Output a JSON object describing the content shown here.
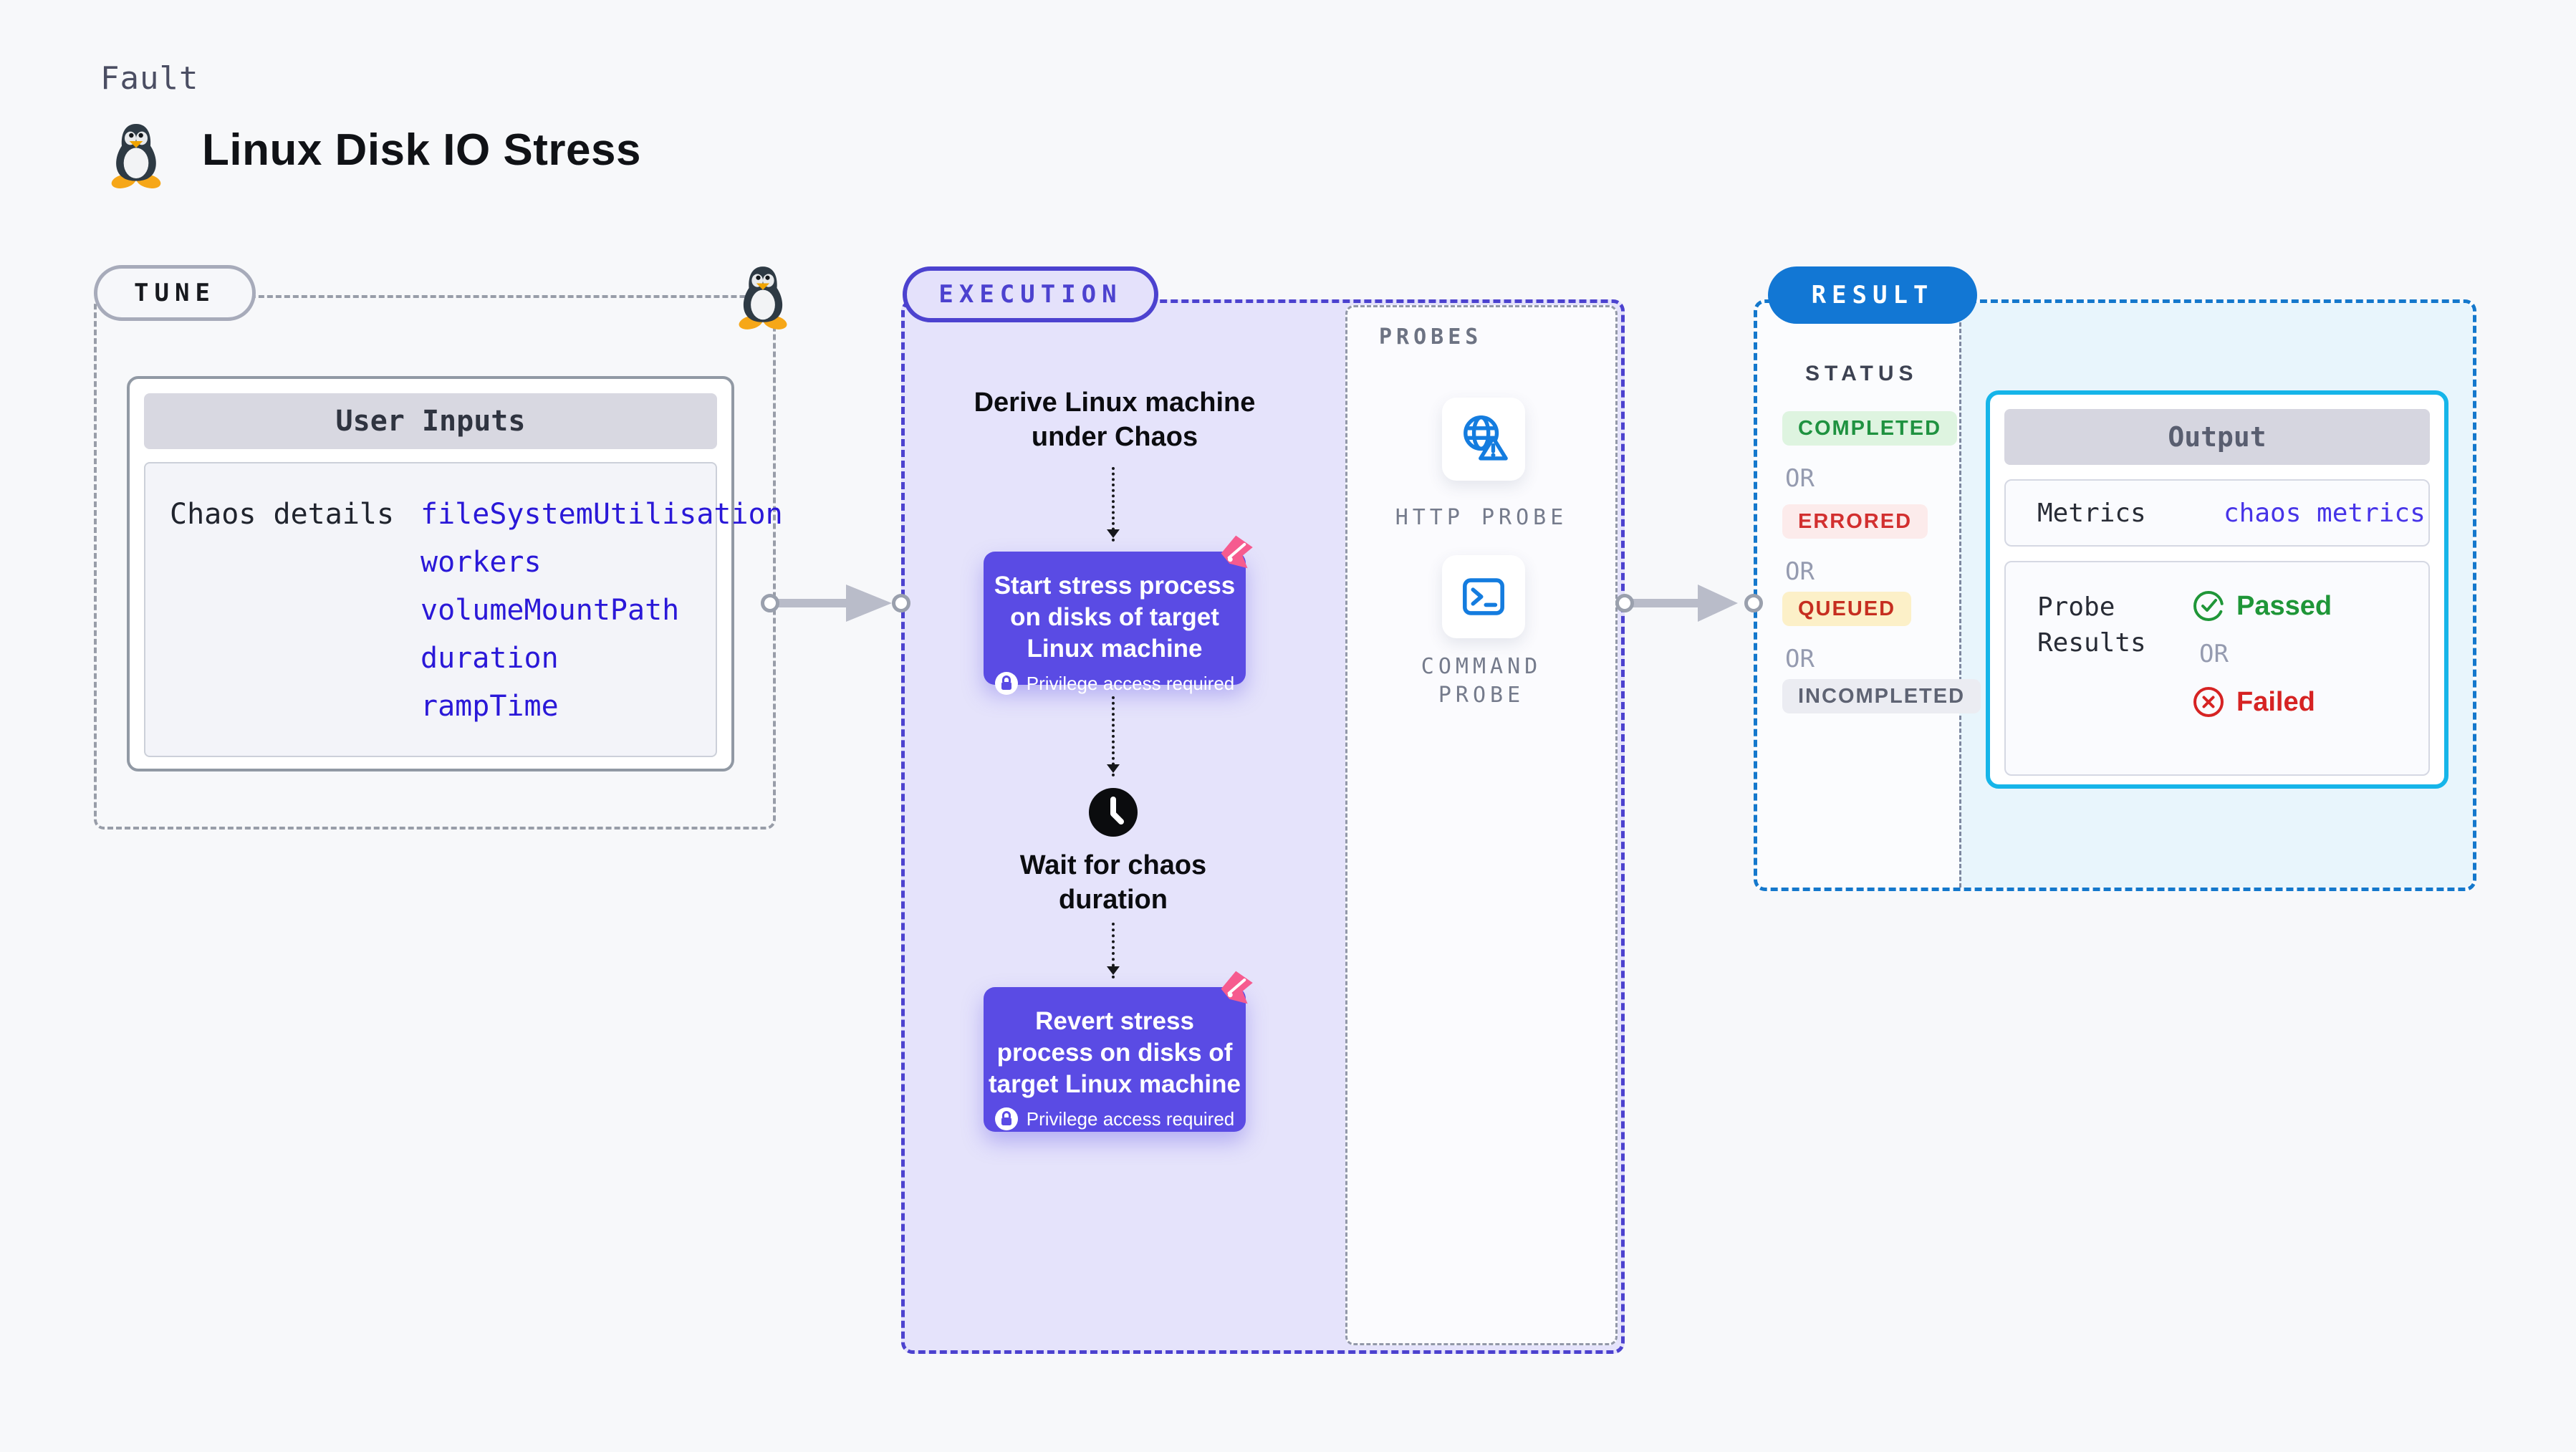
{
  "page": {
    "eyebrow": "Fault",
    "title": "Linux Disk IO Stress",
    "background": "#f7f8fa"
  },
  "icons": {
    "title_icon": "tux-penguin-icon",
    "tune_corner_icon": "tux-penguin-icon",
    "node_badge_icon": "chaos-ribbon-icon",
    "node_lock_icon": "lock-icon",
    "wait_icon": "clock-icon",
    "http_probe_icon": "globe-alert-icon",
    "command_probe_icon": "terminal-icon",
    "passed_icon": "check-circle-icon",
    "failed_icon": "x-circle-icon",
    "connector": "arrow-right-with-ports"
  },
  "colors": {
    "tune_border": "#989da8",
    "execution_accent": "#4c42cf",
    "execution_bg": "#e5e3fb",
    "node_bg": "#5a4be4",
    "ribbon_pink": "#f65b8f",
    "probe_icon_blue": "#147cdf",
    "result_border": "#1478cc",
    "result_pill_bg": "#1277d4",
    "result_panel_bg": "#e8f5fc",
    "output_border": "#16b5e9",
    "input_value_blue": "#2a18d8",
    "metrics_value_blue": "#4734e8",
    "completed_fg": "#1f9240",
    "completed_bg": "#def4e0",
    "errored_fg": "#d22f2f",
    "errored_bg": "#fcebeb",
    "queued_fg": "#c62e20",
    "queued_bg": "#fcf0c8",
    "incompleted_fg": "#5e6373",
    "incompleted_bg": "#ebecf2",
    "passed_green": "#1f9638",
    "failed_red": "#d62323",
    "arrow_gray": "#b9bcc9"
  },
  "tune": {
    "pill": "TUNE",
    "card_header": "User Inputs",
    "row_label": "Chaos details",
    "inputs": [
      "fileSystemUtilisation",
      "workers",
      "volumeMountPath",
      "duration",
      "rampTime"
    ]
  },
  "execution": {
    "pill": "EXECUTION",
    "derive": {
      "lines": [
        "Derive Linux machine",
        "under Chaos"
      ]
    },
    "node1": {
      "lines": [
        "Start stress process",
        "on disks of target",
        "Linux machine"
      ],
      "note": "Privilege access required"
    },
    "wait": {
      "lines": [
        "Wait for chaos",
        "duration"
      ]
    },
    "node2": {
      "lines": [
        "Revert stress",
        "process on disks of",
        "target Linux machine"
      ],
      "note": "Privilege access required"
    },
    "probes": {
      "label": "PROBES",
      "http": {
        "label": "HTTP PROBE"
      },
      "command": {
        "lines": [
          "COMMAND",
          "PROBE"
        ]
      }
    }
  },
  "result": {
    "pill": "RESULT",
    "status_label": "STATUS",
    "or_label": "OR",
    "statuses": [
      {
        "label": "COMPLETED",
        "fg": "#1f9240",
        "bg": "#def4e0"
      },
      {
        "label": "ERRORED",
        "fg": "#d22f2f",
        "bg": "#fcebeb"
      },
      {
        "label": "QUEUED",
        "fg": "#c62e20",
        "bg": "#fcf0c8"
      },
      {
        "label": "INCOMPLETED",
        "fg": "#5e6373",
        "bg": "#ebecf2"
      }
    ],
    "output": {
      "header": "Output",
      "metrics_label": "Metrics",
      "metrics_value": "chaos metrics",
      "probe_label_lines": [
        "Probe",
        "Results"
      ],
      "passed": "Passed",
      "or_label": "OR",
      "failed": "Failed"
    }
  }
}
